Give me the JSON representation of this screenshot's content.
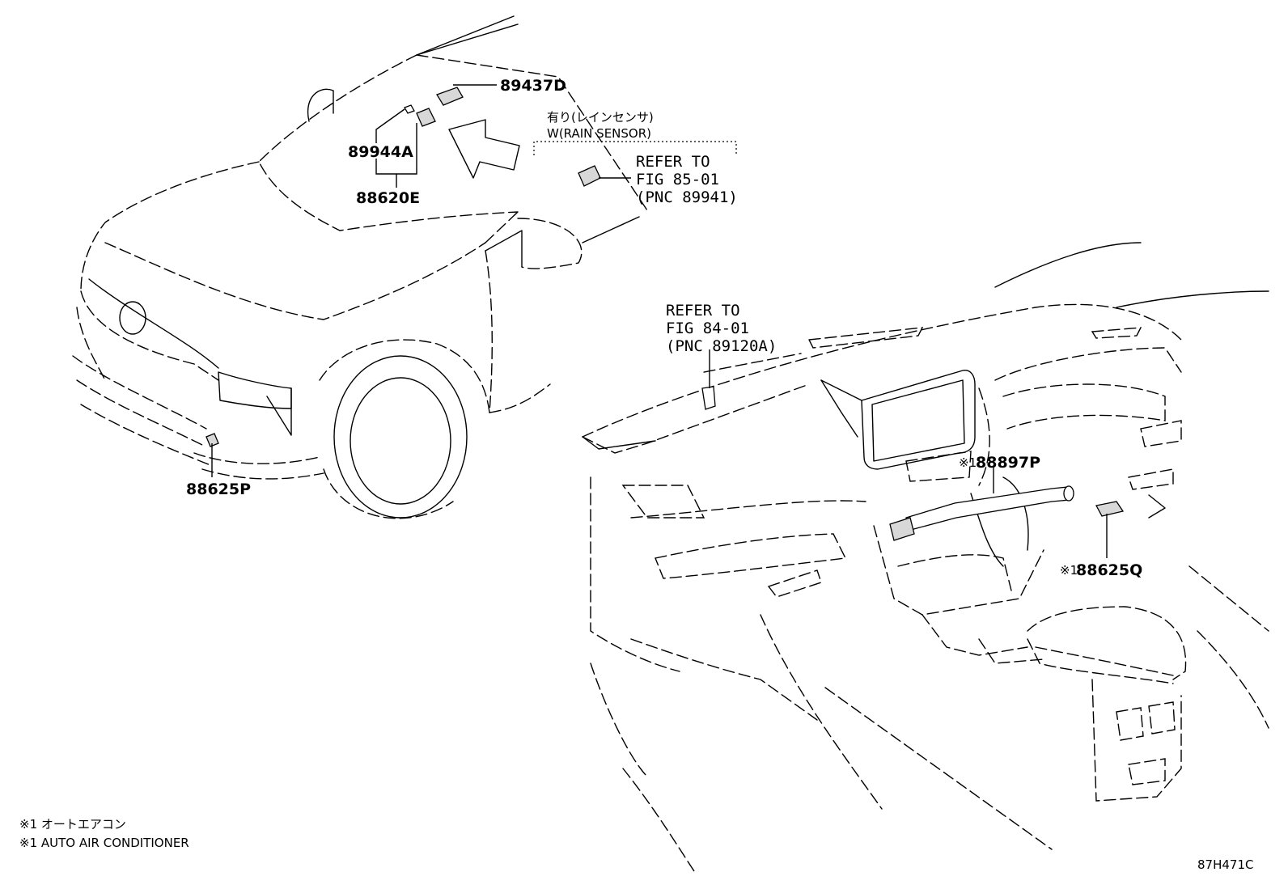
{
  "parts": {
    "p89437D": "89437D",
    "p89944A": "89944A",
    "p88620E": "88620E",
    "p88625P": "88625P",
    "p88897P": "88897P",
    "p88625Q": "88625Q",
    "mark88897P": "※1",
    "mark88625Q": "※1"
  },
  "rain_sensor": {
    "jp": "有り(レインセンサ)",
    "en": "W(RAIN SENSOR)"
  },
  "ref_rain": {
    "line1": "REFER TO",
    "line2": "FIG 85-01",
    "line3": "(PNC 89941)"
  },
  "ref_dash": {
    "line1": "REFER TO",
    "line2": "FIG 84-01",
    "line3": "(PNC 89120A)"
  },
  "notes": {
    "jp": "※1 オートエアコン",
    "en": "※1 AUTO AIR CONDITIONER"
  },
  "figure_code": "87H471C"
}
